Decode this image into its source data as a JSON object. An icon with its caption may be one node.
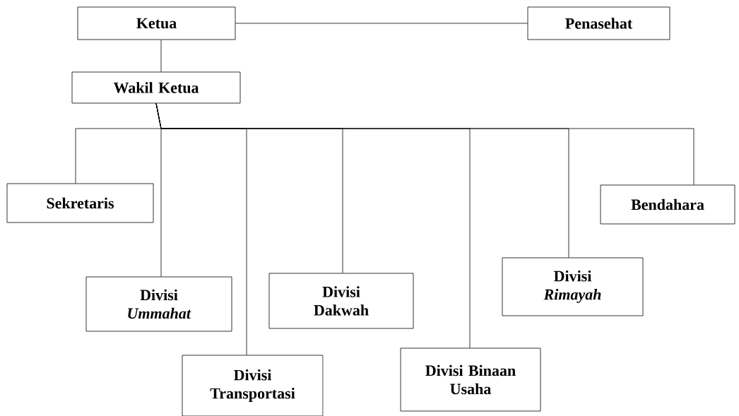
{
  "diagram": {
    "nodes": [
      {
        "text": [
          "Ketua"
        ]
      },
      {
        "text": [
          "Penasehat"
        ]
      },
      {
        "text": [
          "Wakil Ketua"
        ]
      },
      {
        "text": [
          "Sekretaris"
        ]
      },
      {
        "text": [
          "Divisi *Ummahat*"
        ]
      },
      {
        "text": [
          "Divisi Transportasi"
        ]
      },
      {
        "text": [
          "Divisi Dakwah"
        ]
      },
      {
        "text": [
          "Divisi Binaan Usaha"
        ]
      },
      {
        "text": [
          "Divisi *Rimayah*"
        ]
      },
      {
        "text": [
          "Bendahara"
        ]
      }
    ],
    "edges": [
      {
        "from": 0,
        "to": 1,
        "arrow": "none"
      },
      {
        "from": 0,
        "to": 2,
        "arrow": "none"
      },
      {
        "from": 2,
        "to": 3,
        "arrow": "none"
      },
      {
        "from": 2,
        "to": 4,
        "arrow": "none"
      },
      {
        "from": 2,
        "to": 5,
        "arrow": "none"
      },
      {
        "from": 2,
        "to": 6,
        "arrow": "none"
      },
      {
        "from": 2,
        "to": 7,
        "arrow": "none"
      },
      {
        "from": 2,
        "to": 8,
        "arrow": "none"
      },
      {
        "from": 2,
        "to": 9,
        "arrow": "none"
      }
    ]
  }
}
